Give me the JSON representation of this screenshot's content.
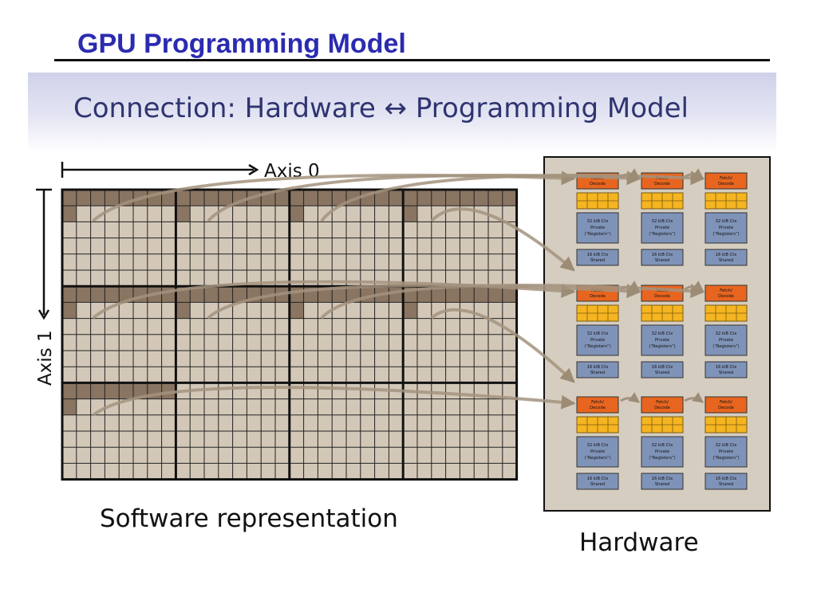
{
  "slide": {
    "title": "GPU Programming Model",
    "subtitle": "Connection: Hardware ↔ Programming Model"
  },
  "labels": {
    "axis0": "Axis 0",
    "axis1": "Axis 1",
    "software": "Software representation",
    "hardware": "Hardware"
  },
  "core": {
    "fetch_line1": "Fetch/",
    "fetch_line2": "Decode",
    "private_line1": "32 kiB Ctx",
    "private_line2": "Private",
    "private_line3": "(“Registers”)",
    "shared_line1": "16 kiB Ctx",
    "shared_line2": "Shared"
  },
  "colors": {
    "title": "#2b2bb0",
    "grid_light": "#d3c8b8",
    "grid_dark": "#8a7562",
    "fetch": "#e8651f",
    "alu": "#f5b521",
    "ctx": "#7f93b8",
    "hw_bg": "#d5cdbf",
    "arrow": "#a3937e"
  }
}
